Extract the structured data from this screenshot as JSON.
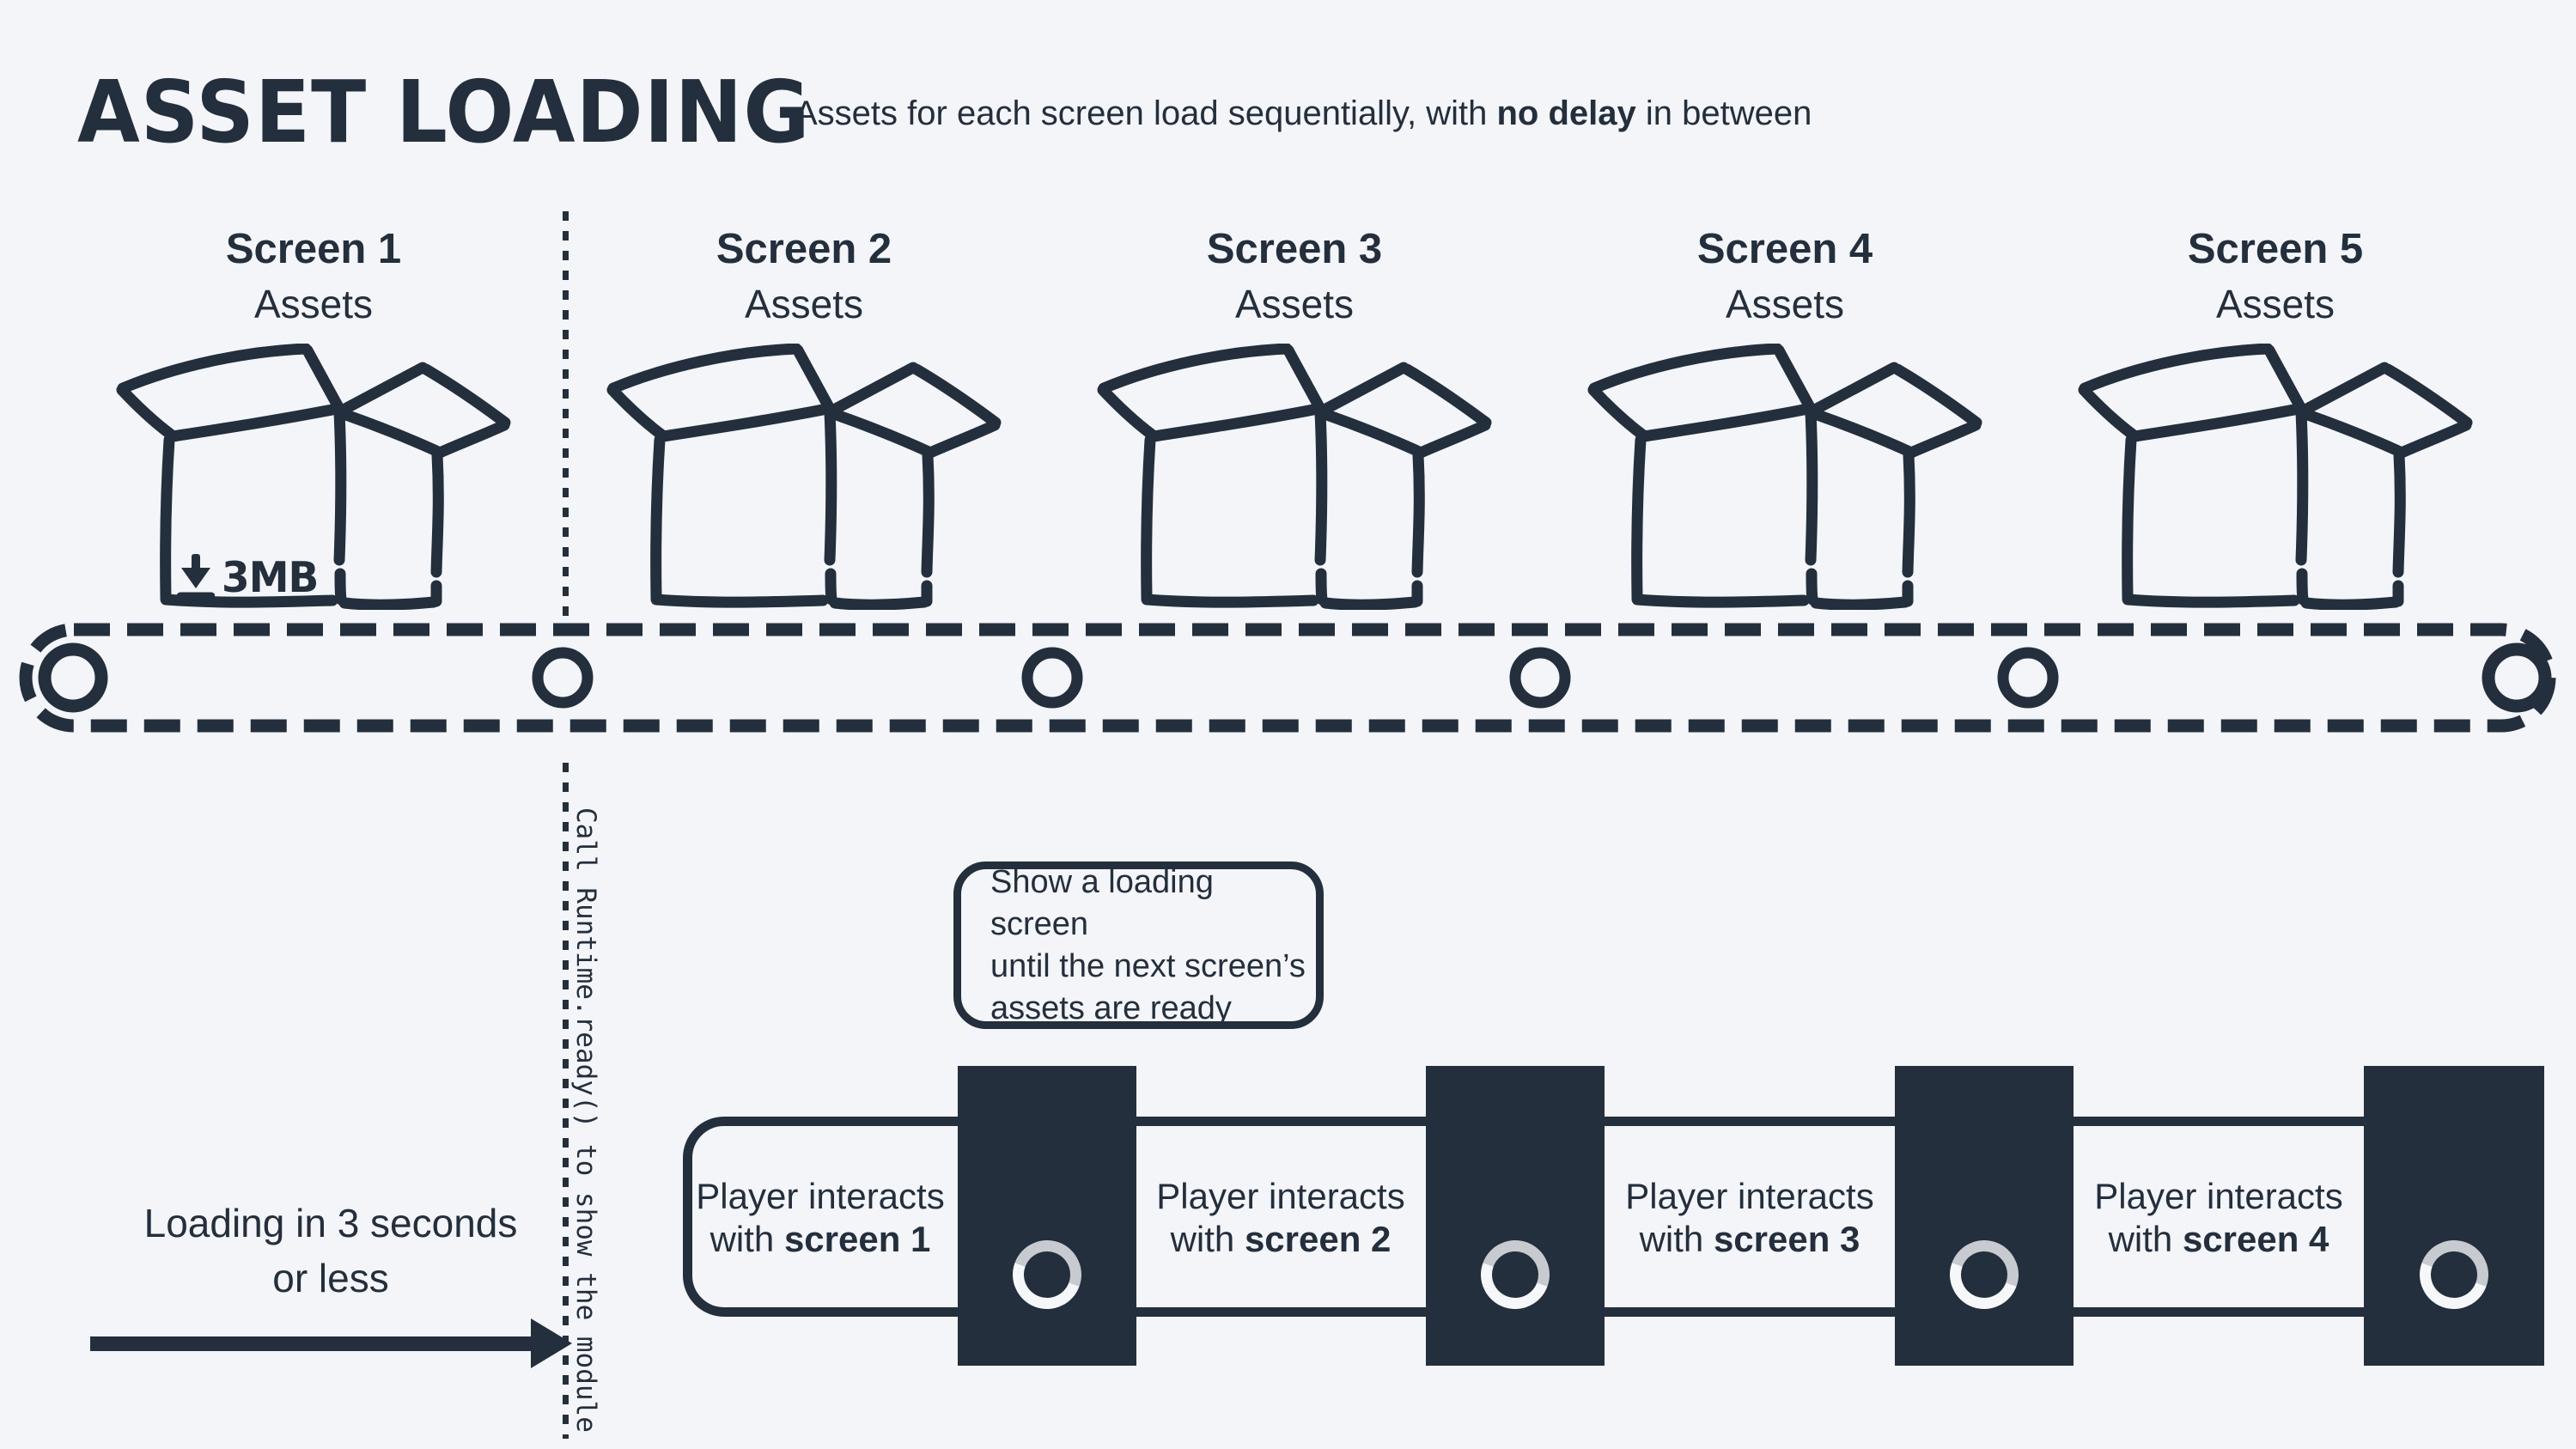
{
  "title": "ASSET LOADING",
  "subtitle": {
    "pre": "Assets for each screen load sequentially, with ",
    "bold": "no delay",
    "post": " in between"
  },
  "screens": [
    {
      "name": "Screen 1",
      "sub": "Assets"
    },
    {
      "name": "Screen 2",
      "sub": "Assets"
    },
    {
      "name": "Screen 3",
      "sub": "Assets"
    },
    {
      "name": "Screen 4",
      "sub": "Assets"
    },
    {
      "name": "Screen 5",
      "sub": "Assets"
    }
  ],
  "asset_badge": {
    "size": "3MB"
  },
  "vertical_note": "Call Runtime.ready() to show the module",
  "callout": {
    "lines": [
      "Show a loading screen",
      "until the next screen’s",
      "assets are ready"
    ]
  },
  "loading_note": {
    "line1": "Loading in 3 seconds",
    "line2": "or less"
  },
  "timeline": [
    {
      "line1": "Player interacts",
      "line2_pre": "with ",
      "line2_bold": "screen 1"
    },
    {
      "line1": "Player interacts",
      "line2_pre": "with ",
      "line2_bold": "screen 2"
    },
    {
      "line1": "Player interacts",
      "line2_pre": "with ",
      "line2_bold": "screen 3"
    },
    {
      "line1": "Player interacts",
      "line2_pre": "with ",
      "line2_bold": "screen 4"
    }
  ],
  "icons": [
    "download-icon",
    "open-box-icon",
    "conveyor-belt-icon",
    "spinner-icon",
    "arrow-right-icon"
  ],
  "colors": {
    "ink": "#232f3c",
    "background": "#f3f5f8",
    "spinner_white": "#f5f7f9",
    "spinner_gray": "#c7cbd0"
  }
}
